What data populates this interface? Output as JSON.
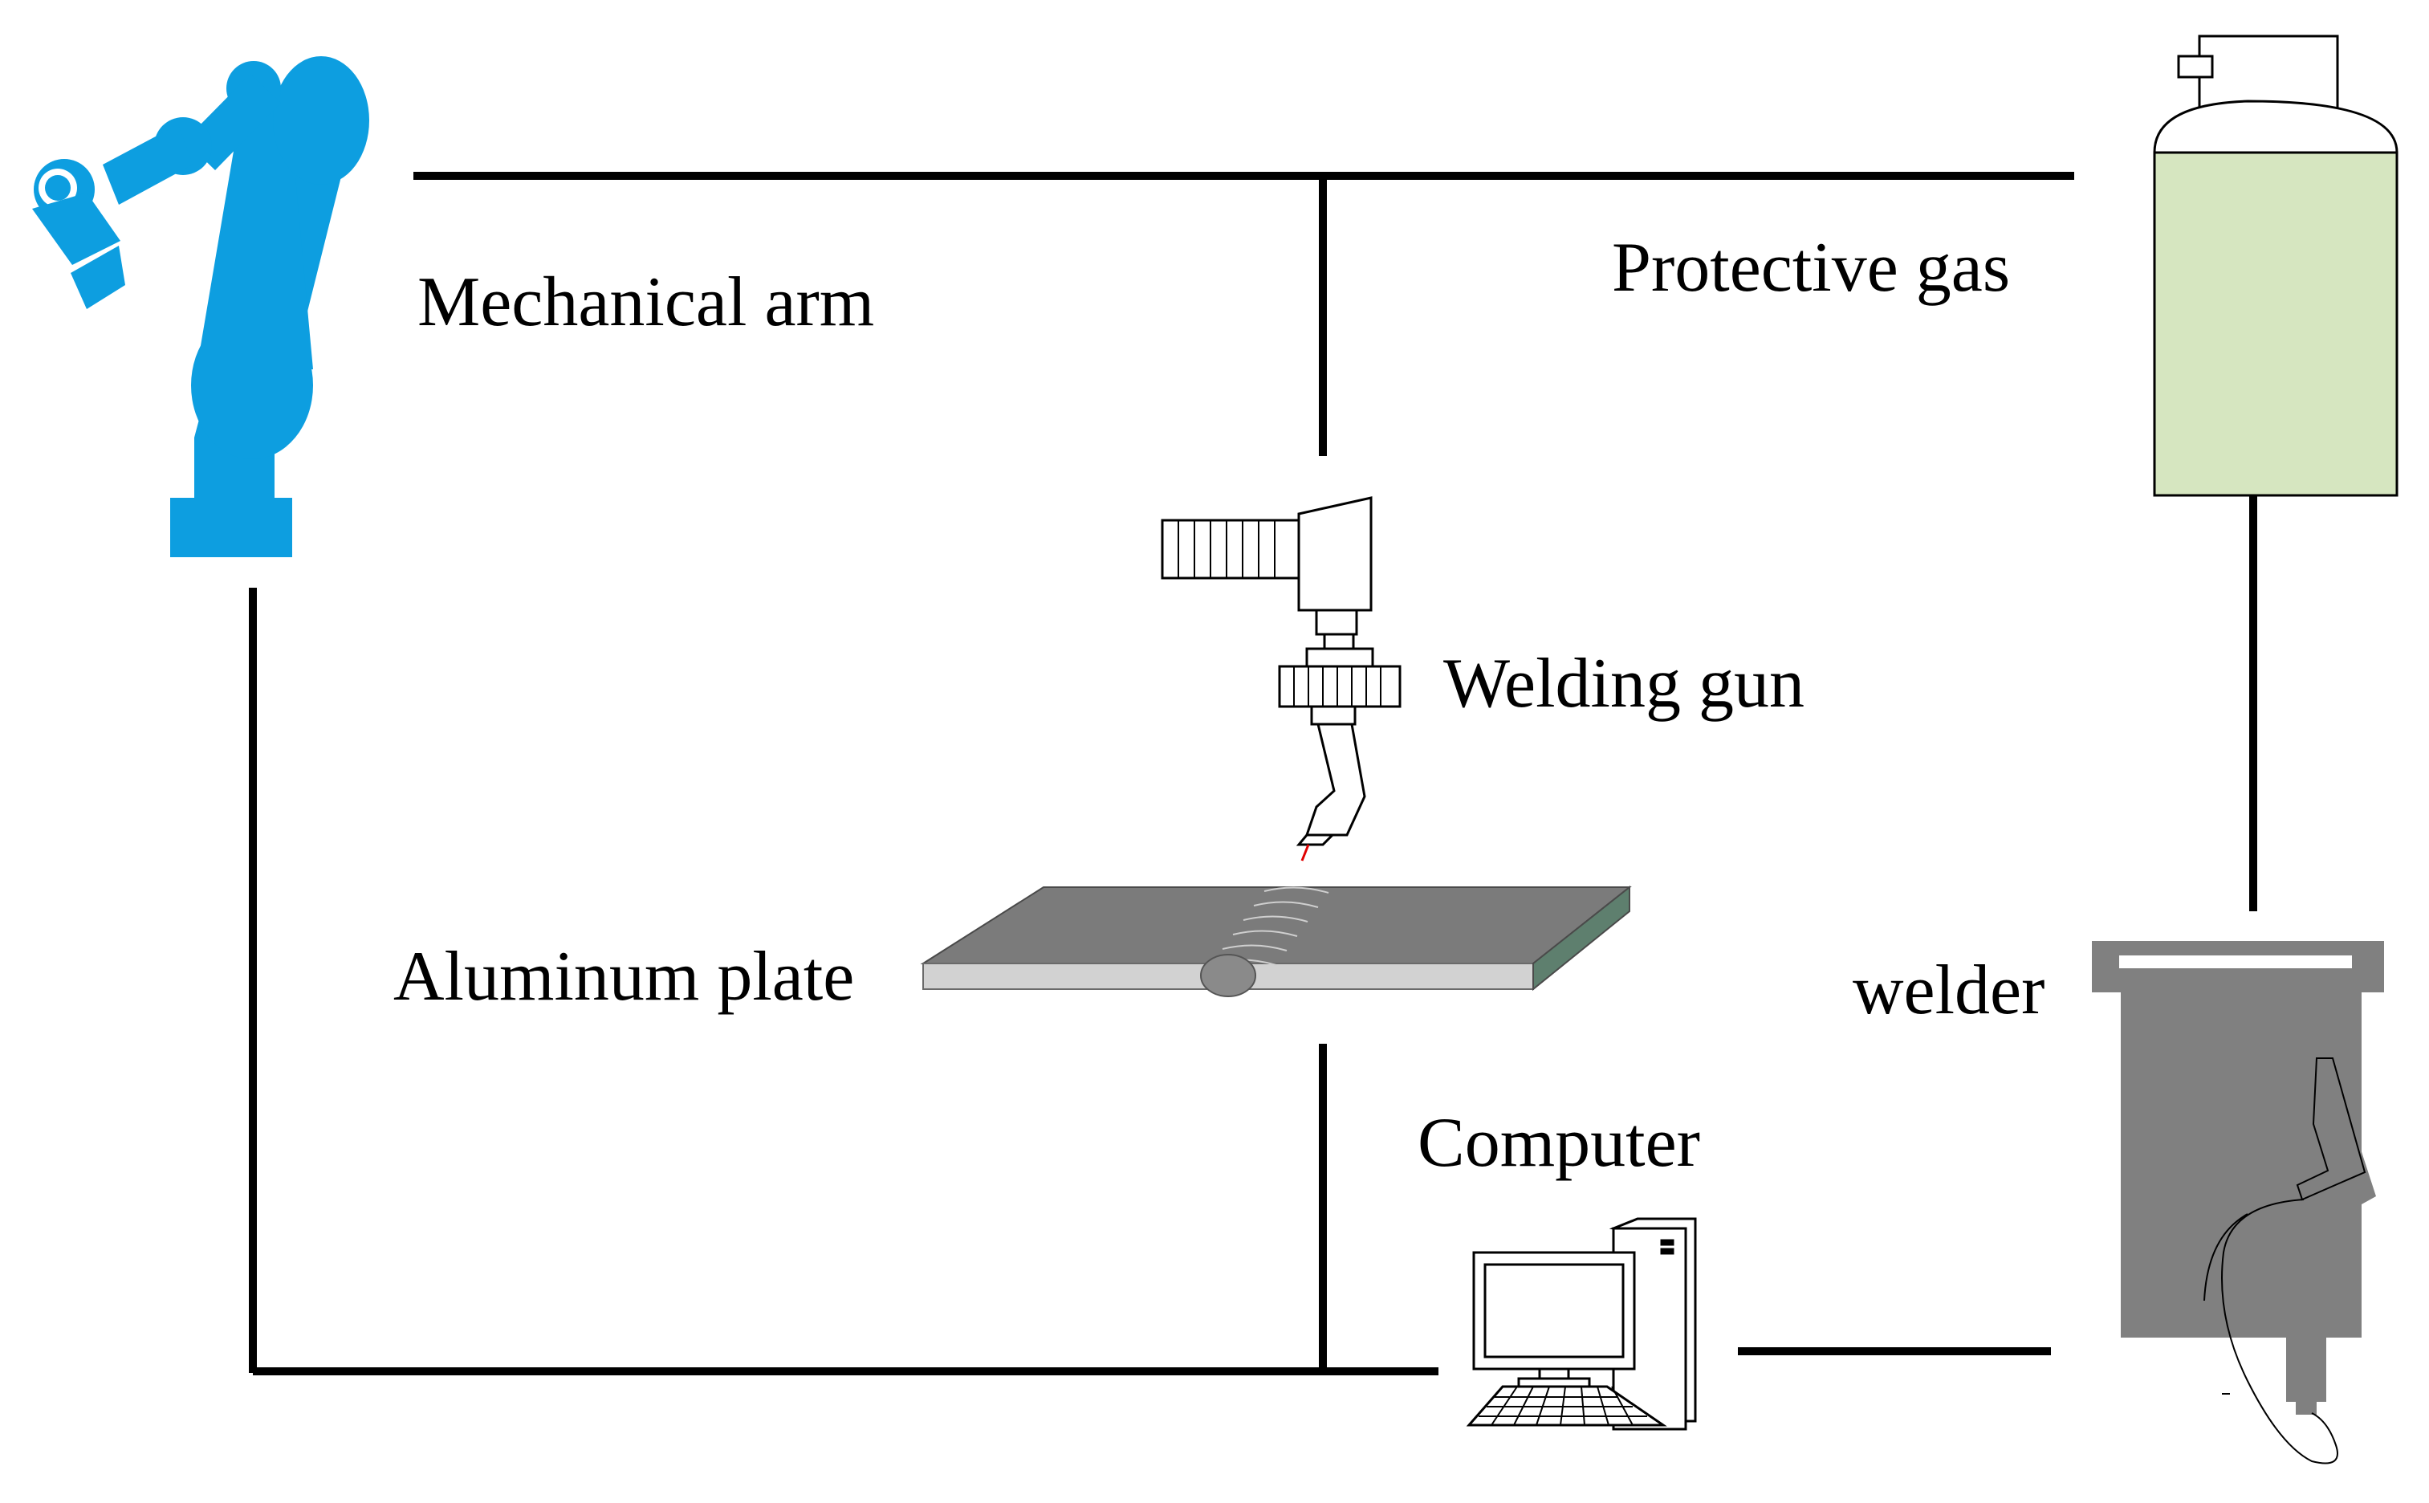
{
  "labels": {
    "mechanical_arm": "Mechanical arm",
    "protective_gas": "Protective gas",
    "welding_gun": "Welding gun",
    "aluminum_plate": "Aluminum plate",
    "welder": "welder",
    "computer": "Computer"
  },
  "colors": {
    "robot_arm": "#0d9ee0",
    "gas_cylinder": "#d6e6c0",
    "welder_body": "#808080",
    "plate_top": "#7b7b7b",
    "plate_edge": "#d2d2d2",
    "plate_side": "#5e7f6e",
    "wire": "#e00000",
    "line": "#000000"
  },
  "icons": {
    "robot_arm": "robot-arm-icon",
    "gas_cylinder": "gas-cylinder-icon",
    "welding_gun": "welding-gun-icon",
    "aluminum_plate": "aluminum-plate-icon",
    "welder": "welder-machine-icon",
    "computer": "computer-icon"
  }
}
